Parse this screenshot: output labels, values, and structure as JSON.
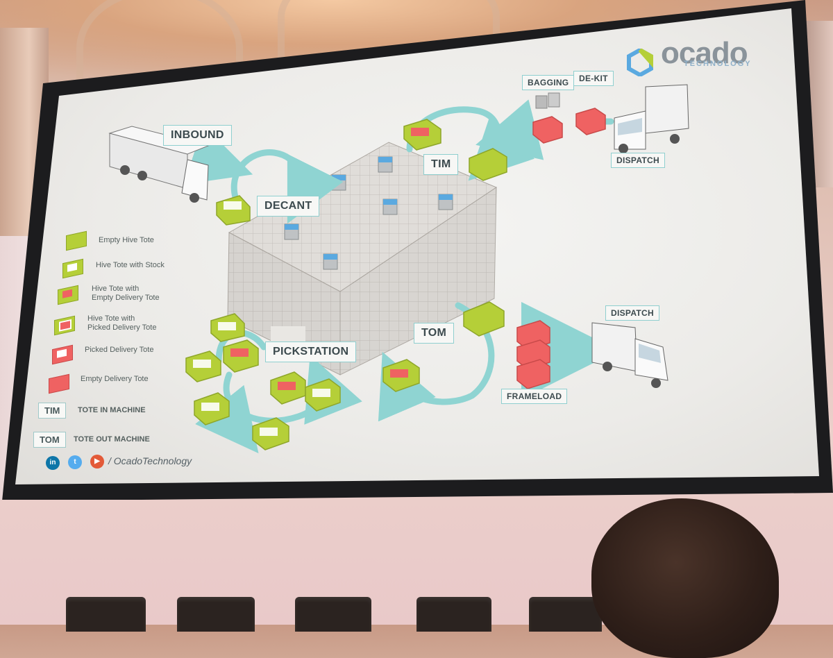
{
  "brand": {
    "name": "ocado",
    "sub": "TECHNOLOGY"
  },
  "labels": {
    "inbound": "INBOUND",
    "decant": "DECANT",
    "tim": "TIM",
    "bagging": "BAGGING",
    "dekit": "DE-KIT",
    "dispatch_top": "DISPATCH",
    "pickstation": "PICKSTATION",
    "tom": "TOM",
    "frameload": "FRAMELOAD",
    "dispatch_bottom": "DISPATCH"
  },
  "legend": [
    {
      "text": "Empty Hive Tote",
      "color": "#b5cf38",
      "inner": ""
    },
    {
      "text": "Hive Tote with Stock",
      "color": "#b5cf38",
      "inner": "#ffffff"
    },
    {
      "text": "Hive Tote with\nEmpty Delivery Tote",
      "color": "#b5cf38",
      "inner": "#ef6262"
    },
    {
      "text": "Hive Tote with\nPicked Delivery Tote",
      "color": "#b5cf38",
      "inner": "#ef6262"
    },
    {
      "text": "Picked Delivery Tote",
      "color": "#ef6262",
      "inner": "#ffffff"
    },
    {
      "text": "Empty Delivery Tote",
      "color": "#ef6262",
      "inner": ""
    }
  ],
  "abbreviations": [
    {
      "abbr": "TIM",
      "meaning": "TOTE IN MACHINE"
    },
    {
      "abbr": "TOM",
      "meaning": "TOTE OUT MACHINE"
    }
  ],
  "social": {
    "icons": [
      "linkedin-icon",
      "twitter-icon",
      "youtube-icon"
    ],
    "icon_labels": [
      "in",
      "t",
      "▶"
    ],
    "handle": "/ OcadoTechnology"
  },
  "colors": {
    "hive_green": "#b5cf38",
    "delivery_red": "#ef6262",
    "flow_teal": "#8fd4d2",
    "grid_grey": "#c9c5c1"
  }
}
